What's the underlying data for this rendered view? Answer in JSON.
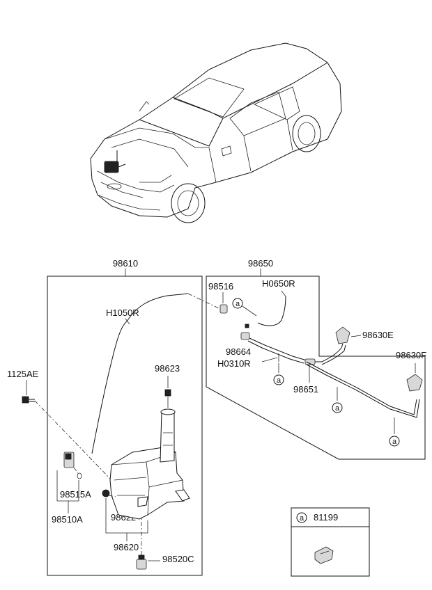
{
  "parts": {
    "p98610": "98610",
    "p98650": "98650",
    "h1050r": "H1050R",
    "p98516": "98516",
    "h0650r": "H0650R",
    "p98664": "98664",
    "h0310r": "H0310R",
    "p98630e": "98630E",
    "p98630f": "98630F",
    "p98651": "98651",
    "p1125ae": "1125AE",
    "p98623": "98623",
    "p98515a": "98515A",
    "p98510a": "98510A",
    "p98622": "98622",
    "p98620": "98620",
    "p98520c": "98520C"
  },
  "callout": {
    "marker": "a",
    "legend_part": "81199"
  },
  "icons": [
    "car-illustration-icon",
    "washer-reservoir-icon",
    "washer-pump-icon",
    "nozzle-icon",
    "clip-icon",
    "bolt-icon"
  ]
}
